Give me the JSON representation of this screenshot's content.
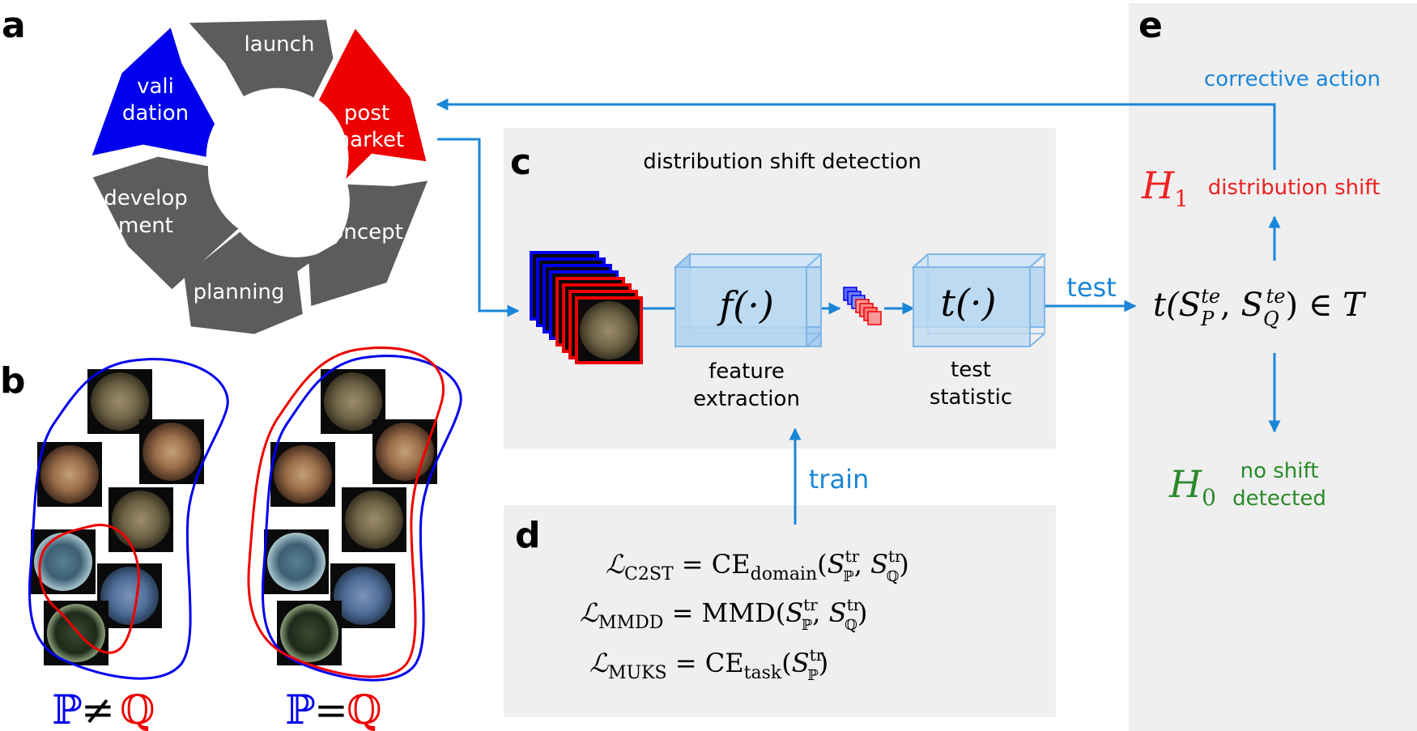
{
  "colors": {
    "flow_blue": "#1a86d8",
    "segment_gray": "#5c5c5c",
    "validation_blue": "#0000ee",
    "postmarket_red": "#ee0000",
    "panel_bg": "#efefef",
    "h1_red": "#ee2222",
    "h0_green": "#2a8a2a",
    "feature_box_fill": "#bcd9f2",
    "feature_box_stroke": "#7fb6e8"
  },
  "panels": {
    "a": "a",
    "b": "b",
    "c": "c",
    "d": "d",
    "e": "e"
  },
  "lifecycle": {
    "launch": "launch",
    "post_market_1": "post",
    "post_market_2": "market",
    "concept": "concept",
    "planning": "planning",
    "development_1": "develop",
    "development_2": "ment",
    "validation_1": "vali",
    "validation_2": "dation"
  },
  "panel_b": {
    "left_label": {
      "p": "ℙ",
      "op": "≠",
      "q": "ℚ"
    },
    "right_label": {
      "p": "ℙ",
      "op": "=",
      "q": "ℚ"
    }
  },
  "panel_c": {
    "title": "distribution shift detection",
    "feature_fn": "f(·)",
    "feature_label_1": "feature",
    "feature_label_2": "extraction",
    "test_fn": "t(·)",
    "test_label_1": "test",
    "test_label_2": "statistic"
  },
  "arrows": {
    "test": "test",
    "train": "train",
    "corrective": "corrective action"
  },
  "panel_d": {
    "c2st": {
      "lhs": "ℒ",
      "sub": "C2ST",
      "eq": " = CE",
      "fsub": "domain",
      "args": "(S, S)"
    },
    "mmdd": {
      "lhs": "ℒ",
      "sub": "MMDD",
      "eq": " = MMD",
      "args": "(S, S)"
    },
    "muks": {
      "lhs": "ℒ",
      "sub": "MUKS",
      "eq": " = CE",
      "fsub": "task",
      "args": "(S)"
    },
    "sup": "tr",
    "sub_p": "ℙ",
    "sub_q": "ℚ"
  },
  "panel_e": {
    "statistic": "t(S",
    "stat_sub_p": "P",
    "stat_sup": "te",
    "stat_sub_q": "Q",
    "member": "∈ T",
    "h1": "H",
    "h1_sub": "1",
    "h1_label": "distribution shift",
    "h0": "H",
    "h0_sub": "0",
    "h0_label_1": "no shift",
    "h0_label_2": "detected"
  }
}
